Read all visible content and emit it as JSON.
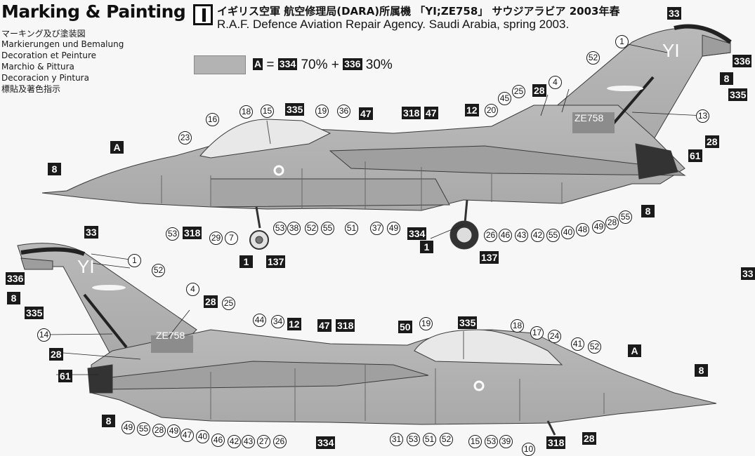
{
  "header": {
    "title": "Marking & Painting",
    "languages": [
      "マーキング及び塗装図",
      "Markierungen und Bemalung",
      "Decoration et Peinture",
      "Marchio & Pittura",
      "Decoracion y Pintura",
      "標貼及著色指示"
    ],
    "scheme_title_jp": "イギリス空軍 航空修理局(DARA)所属機 「YI;ZE758」 サウジアラビア 2003年春",
    "scheme_title_en": "R.A.F. Defence Aviation Repair Agency. Saudi Arabia, spring 2003."
  },
  "legend": {
    "swatch_color": "#b3b3b3",
    "letter": "A",
    "equals": "=",
    "c1": "334",
    "p1": "70%",
    "plus": "+",
    "c2": "336",
    "p2": "30%"
  },
  "aircraft": {
    "serial": "ZE758",
    "code": "YI"
  },
  "callouts": [
    {
      "t": "A",
      "s": "box"
    },
    {
      "t": "8",
      "s": "box"
    },
    {
      "t": "23",
      "s": "circ"
    },
    {
      "t": "16",
      "s": "circ"
    },
    {
      "t": "18",
      "s": "circ"
    },
    {
      "t": "15",
      "s": "circ"
    },
    {
      "t": "335",
      "s": "box"
    },
    {
      "t": "19",
      "s": "circ"
    },
    {
      "t": "36",
      "s": "circ"
    },
    {
      "t": "47",
      "s": "box"
    },
    {
      "t": "318",
      "s": "box"
    },
    {
      "t": "47",
      "s": "box"
    },
    {
      "t": "12",
      "s": "box"
    },
    {
      "t": "20",
      "s": "circ"
    },
    {
      "t": "45",
      "s": "circ"
    },
    {
      "t": "25",
      "s": "circ"
    },
    {
      "t": "28",
      "s": "box"
    },
    {
      "t": "4",
      "s": "circ"
    },
    {
      "t": "13",
      "s": "circ"
    },
    {
      "t": "1",
      "s": "circ"
    },
    {
      "t": "52",
      "s": "circ"
    },
    {
      "t": "33",
      "s": "box"
    },
    {
      "t": "336",
      "s": "box"
    },
    {
      "t": "8",
      "s": "box"
    },
    {
      "t": "335",
      "s": "box"
    },
    {
      "t": "28",
      "s": "box"
    },
    {
      "t": "61",
      "s": "box"
    },
    {
      "t": "8",
      "s": "box"
    },
    {
      "t": "53",
      "s": "circ"
    },
    {
      "t": "318",
      "s": "box"
    },
    {
      "t": "29",
      "s": "circ"
    },
    {
      "t": "7",
      "s": "circ"
    },
    {
      "t": "53",
      "s": "circ"
    },
    {
      "t": "38",
      "s": "circ"
    },
    {
      "t": "52",
      "s": "circ"
    },
    {
      "t": "55",
      "s": "circ"
    },
    {
      "t": "51",
      "s": "circ"
    },
    {
      "t": "37",
      "s": "circ"
    },
    {
      "t": "49",
      "s": "circ"
    },
    {
      "t": "334",
      "s": "box"
    },
    {
      "t": "26",
      "s": "circ"
    },
    {
      "t": "46",
      "s": "circ"
    },
    {
      "t": "43",
      "s": "circ"
    },
    {
      "t": "42",
      "s": "circ"
    },
    {
      "t": "55",
      "s": "circ"
    },
    {
      "t": "40",
      "s": "circ"
    },
    {
      "t": "48",
      "s": "circ"
    },
    {
      "t": "49",
      "s": "circ"
    },
    {
      "t": "28",
      "s": "circ"
    },
    {
      "t": "55",
      "s": "circ"
    },
    {
      "t": "1",
      "s": "box"
    },
    {
      "t": "137",
      "s": "box"
    },
    {
      "t": "1",
      "s": "box"
    },
    {
      "t": "137",
      "s": "box"
    },
    {
      "t": "33",
      "s": "box"
    },
    {
      "t": "1",
      "s": "circ"
    },
    {
      "t": "52",
      "s": "circ"
    },
    {
      "t": "336",
      "s": "box"
    },
    {
      "t": "8",
      "s": "box"
    },
    {
      "t": "335",
      "s": "box"
    },
    {
      "t": "4",
      "s": "circ"
    },
    {
      "t": "28",
      "s": "box"
    },
    {
      "t": "25",
      "s": "circ"
    },
    {
      "t": "14",
      "s": "circ"
    },
    {
      "t": "44",
      "s": "circ"
    },
    {
      "t": "34",
      "s": "circ"
    },
    {
      "t": "12",
      "s": "box"
    },
    {
      "t": "47",
      "s": "box"
    },
    {
      "t": "318",
      "s": "box"
    },
    {
      "t": "50",
      "s": "box"
    },
    {
      "t": "19",
      "s": "circ"
    },
    {
      "t": "335",
      "s": "box"
    },
    {
      "t": "18",
      "s": "circ"
    },
    {
      "t": "17",
      "s": "circ"
    },
    {
      "t": "24",
      "s": "circ"
    },
    {
      "t": "41",
      "s": "circ"
    },
    {
      "t": "52",
      "s": "circ"
    },
    {
      "t": "A",
      "s": "box"
    },
    {
      "t": "8",
      "s": "box"
    },
    {
      "t": "28",
      "s": "box"
    },
    {
      "t": "61",
      "s": "box"
    },
    {
      "t": "8",
      "s": "box"
    },
    {
      "t": "49",
      "s": "circ"
    },
    {
      "t": "55",
      "s": "circ"
    },
    {
      "t": "28",
      "s": "circ"
    },
    {
      "t": "49",
      "s": "circ"
    },
    {
      "t": "47",
      "s": "circ"
    },
    {
      "t": "40",
      "s": "circ"
    },
    {
      "t": "46",
      "s": "circ"
    },
    {
      "t": "42",
      "s": "circ"
    },
    {
      "t": "43",
      "s": "circ"
    },
    {
      "t": "27",
      "s": "circ"
    },
    {
      "t": "26",
      "s": "circ"
    },
    {
      "t": "334",
      "s": "box"
    },
    {
      "t": "31",
      "s": "circ"
    },
    {
      "t": "53",
      "s": "circ"
    },
    {
      "t": "51",
      "s": "circ"
    },
    {
      "t": "52",
      "s": "circ"
    },
    {
      "t": "15",
      "s": "circ"
    },
    {
      "t": "53",
      "s": "circ"
    },
    {
      "t": "39",
      "s": "circ"
    },
    {
      "t": "10",
      "s": "circ"
    },
    {
      "t": "318",
      "s": "box"
    },
    {
      "t": "28",
      "s": "box"
    },
    {
      "t": "33",
      "s": "box"
    }
  ]
}
